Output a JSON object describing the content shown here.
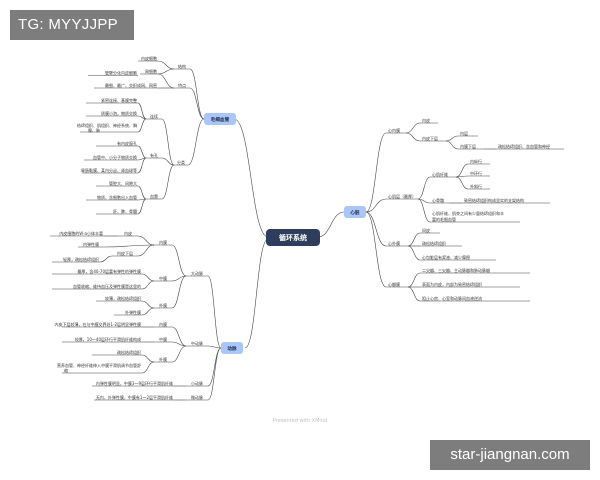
{
  "watermarks": {
    "tg": "TG: MYYJJPP",
    "site": "star-jiangnan.com",
    "credit": "Presented with XMind"
  },
  "colors": {
    "line": "#444444",
    "central_bg": "#2f3d5c",
    "central_text": "#ffffff",
    "main_bg": "#a9c6f7",
    "text": "#333333"
  },
  "central": "循环系统",
  "branches": {
    "maoxi": {
      "label": "毛细血管",
      "sub": {
        "jiegou": {
          "label": "结构",
          "items": [
            "内皮细胞",
            "周细胞"
          ]
        },
        "tedian": {
          "label": "特点",
          "items": [
            "管壁分化内皮细胞",
            "最细、最广、交织成网、网密"
          ]
        },
        "fenlei": {
          "label": "分类",
          "lianxu": {
            "label": "连续",
            "items": [
              "紧密连接、基膜完整",
              "质膜小泡，物质交换",
              "结缔组织、肌组织、神经系统、胸腺、肺"
            ]
          },
          "youkong": {
            "label": "有孔",
            "items": [
              "有内皮窗孔",
              "血管中、小分子物质交换",
              "胃肠黏膜、某内分泌、肾血球等"
            ]
          },
          "xuedou": {
            "label": "血窦",
            "items": [
              "管腔大、间隙大",
              "物质、含细胞出入血管",
              "肝、脾、骨髓"
            ]
          }
        }
      }
    },
    "xinzang": {
      "label": "心脏",
      "neimo": {
        "label": "心内膜",
        "items": [
          "内皮",
          "内皮下层"
        ],
        "sub": {
          "label": "内层",
          "sub2": "内膜下层",
          "sub2_item": "疏松结缔组织、含血管和神经"
        }
      },
      "jiceng": {
        "label": "心肌层（最厚）",
        "xinjixianwei": {
          "label": "心肌纤维",
          "items": [
            "内纵行",
            "中环行",
            "外斜行"
          ]
        },
        "xingujia": {
          "label": "心骨骼",
          "item": "致密结缔组织构成坚实的支架结构"
        },
        "extra": "心肌纤维、肌束之间有少量结缔组织和丰富的毛细血管"
      },
      "waimo": {
        "label": "心外膜",
        "items": [
          "间皮",
          "疏松结缔组织",
          "心包脏层有浆液、减少摩擦"
        ]
      },
      "banmo": {
        "label": "心瓣膜",
        "items": [
          "二尖瓣、三尖瓣、主动脉瓣和肺动脉瓣",
          "表面为内皮，内部为致密结缔组织",
          "阻止心房、心室和动脉间血液逆流"
        ]
      }
    },
    "dongmai": {
      "label": "动脉",
      "da": {
        "label": "大动脉",
        "neimo": {
          "label": "内膜",
          "sub": [
            {
              "label": "内皮",
              "item": "内皮细胞的W-a小体丰富"
            },
            {
              "label": "内皮下层",
              "item": "轻厚，疏松结缔组织"
            },
            {
              "label": "内弹性膜",
              "item": ""
            }
          ]
        },
        "zhongmo": {
          "label": "中膜",
          "items": [
            "最厚，含40-70层富有弹性的弹性膜",
            "血管收缩、维持血压及弹性膜是这里的"
          ]
        },
        "waimo": {
          "label": "外膜",
          "items": [
            "较薄，疏松结缔组织",
            "外弹性膜"
          ]
        }
      },
      "zhong": {
        "label": "中动脉",
        "neimo": {
          "label": "内膜",
          "item": "内皮下层较薄，在与中膜交界处1-2层明显弹性膜"
        },
        "zhongmo": {
          "label": "中膜",
          "item": "较厚，10～40层环行平滑肌纤维构成"
        },
        "waimo": {
          "label": "外膜",
          "items": [
            "疏松结缔组织",
            "营养血管、神经纤维伸入中膜平滑肌调节血管舒缩"
          ]
        }
      },
      "xiao": {
        "label": "小动脉",
        "item": "内弹性膜明显，中膜3～9层环行平滑肌纤维"
      },
      "wei": {
        "label": "微动脉",
        "item": "无内、外弹性膜，中膜有1～2层平滑肌纤维"
      }
    }
  }
}
